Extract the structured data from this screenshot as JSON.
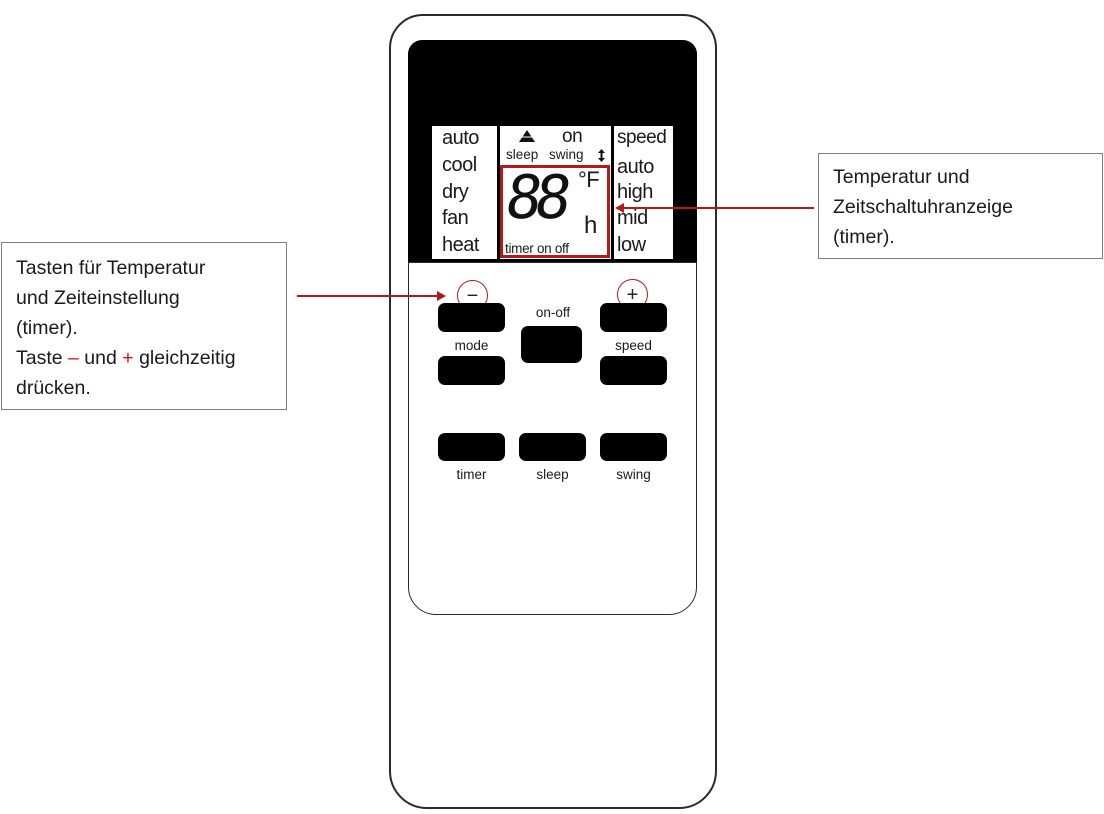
{
  "colors": {
    "accent": "#b31b1b",
    "ink": "#1a1a1a",
    "callout_border": "#7f7f7f"
  },
  "lcd": {
    "modes": [
      "auto",
      "cool",
      "dry",
      "fan",
      "heat"
    ],
    "top_on": "on",
    "sleep_label": "sleep",
    "swing_label": "swing",
    "digits": "88",
    "unit_temp": "°F",
    "unit_hour": "h",
    "timer_line": "timer on off",
    "speed_title": "speed",
    "speeds": [
      "auto",
      "high",
      "mid",
      "low"
    ]
  },
  "buttons": {
    "minus_symbol": "−",
    "plus_symbol": "+",
    "on_off": "on-off",
    "mode": "mode",
    "speed": "speed",
    "timer": "timer",
    "sleep": "sleep",
    "swing": "swing"
  },
  "callout_left": {
    "line1": "Tasten für Temperatur",
    "line2": "und Zeiteinstellung",
    "line3": "(timer).",
    "line4_pre": "Taste ",
    "line4_minus": "–",
    "line4_mid": " und ",
    "line4_plus": "+",
    "line4_post": " gleichzeitig",
    "line5": "drücken."
  },
  "callout_right": {
    "line1": "Temperatur und",
    "line2": "Zeitschaltuhranzeige",
    "line3": "(timer)."
  }
}
